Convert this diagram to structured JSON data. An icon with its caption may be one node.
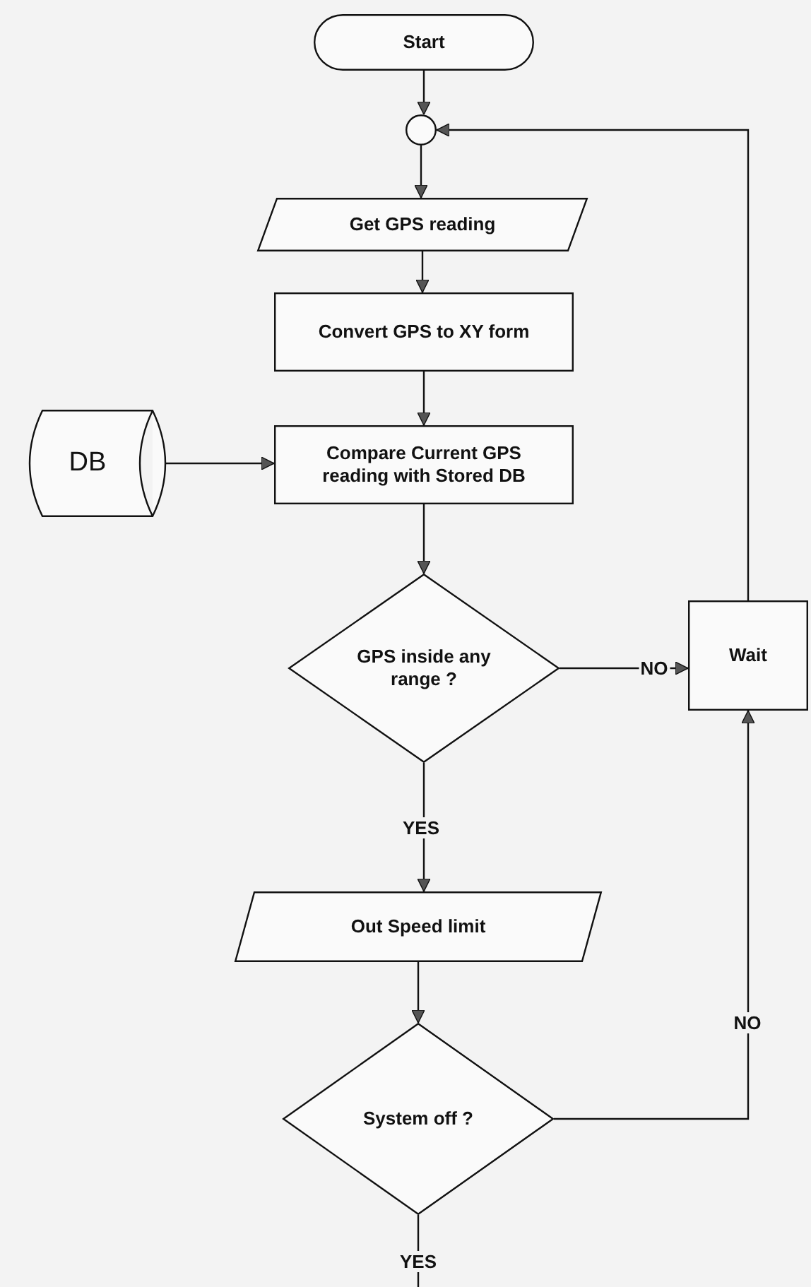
{
  "diagram": {
    "nodes": [
      {
        "text": [
          "Start"
        ]
      },
      {
        "text": [],
        "shape": "circle"
      },
      {
        "text": [
          "Get GPS reading"
        ]
      },
      {
        "text": [
          "Convert GPS to XY form"
        ]
      },
      {
        "text": [
          "DB"
        ]
      },
      {
        "text": [
          "Compare Current GPS reading with Stored DB"
        ]
      },
      {
        "text": [
          "GPS inside any range ?"
        ]
      },
      {
        "text": [
          "Wait"
        ]
      },
      {
        "text": [
          "Out Speed limit"
        ]
      },
      {
        "text": [
          "System off ?"
        ]
      }
    ],
    "edges": [
      {
        "from": 0,
        "to": 1,
        "arrow": "to"
      },
      {
        "from": 1,
        "to": 2,
        "arrow": "to"
      },
      {
        "from": 2,
        "to": 3,
        "arrow": "to"
      },
      {
        "from": 3,
        "to": 5,
        "arrow": "to"
      },
      {
        "from": 4,
        "to": 5,
        "arrow": "to"
      },
      {
        "from": 5,
        "to": 6,
        "arrow": "to"
      },
      {
        "from": 6,
        "to": 7,
        "arrow": "to",
        "label": "NO"
      },
      {
        "from": 6,
        "to": 8,
        "arrow": "to",
        "label": "YES"
      },
      {
        "from": 8,
        "to": 9,
        "arrow": "to"
      },
      {
        "from": 9,
        "to": 7,
        "arrow": "to",
        "label": "NO"
      },
      {
        "from": 7,
        "to": 1,
        "arrow": "to"
      },
      {
        "from": 9,
        "to": null,
        "arrow": "none",
        "label": "YES"
      }
    ]
  }
}
